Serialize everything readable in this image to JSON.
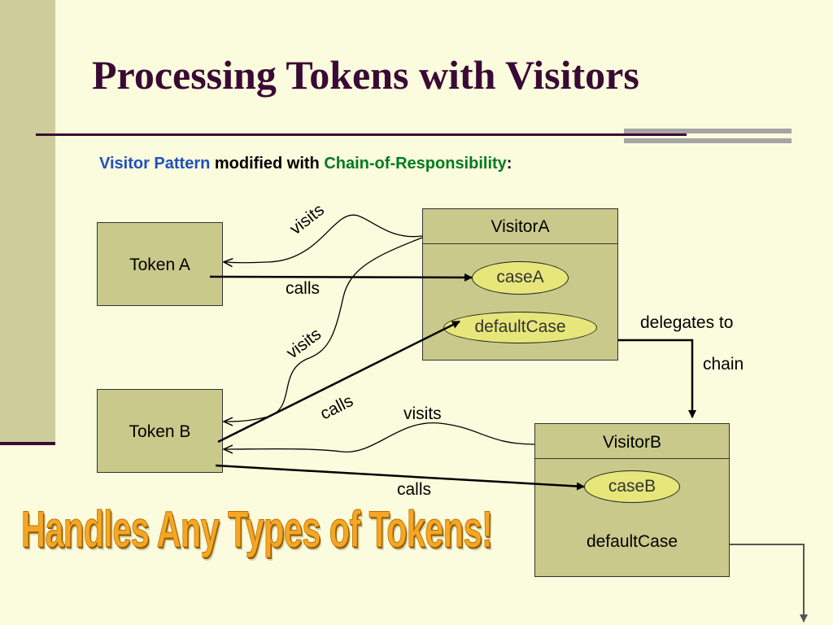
{
  "slide": {
    "title": "Processing Tokens with Visitors",
    "subtitle": {
      "part1": "Visitor Pattern",
      "part2": " modified with ",
      "part3": "Chain-of-Responsibility",
      "part4": ":"
    },
    "colors": {
      "background": "#FBFBDD",
      "title": "#3A0A35",
      "box_fill": "#C9C98B",
      "ellipse_fill": "#E6E67A",
      "accent_blue": "#1F4FBF",
      "accent_green": "#007A1F",
      "wordart": "#F5A623"
    }
  },
  "diagram": {
    "token_a": "Token A",
    "token_b": "Token B",
    "visitor_a": {
      "name": "VisitorA",
      "case": "caseA",
      "default": "defaultCase"
    },
    "visitor_b": {
      "name": "VisitorB",
      "case": "caseB",
      "default": "defaultCase"
    },
    "labels": {
      "visits_top": "visits",
      "calls_a": "calls",
      "visits_mid": "visits",
      "calls_diag": "calls",
      "visits_b": "visits",
      "calls_b": "calls",
      "delegates": "delegates to",
      "chain": "chain"
    }
  },
  "banner": "Handles Any Types of Tokens!"
}
